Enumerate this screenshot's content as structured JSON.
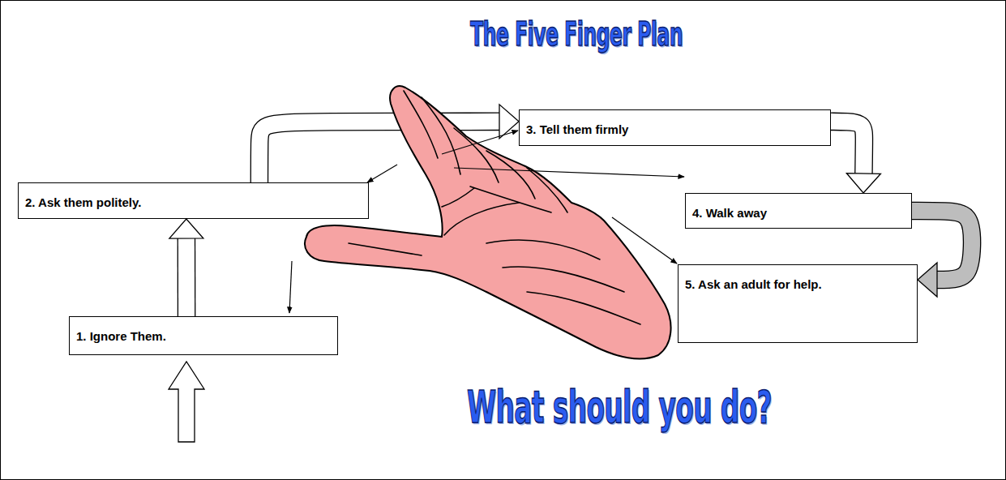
{
  "diagram": {
    "title": "The Five Finger Plan",
    "caption": "What should you do?",
    "nodes": [
      {
        "text": [
          "1. Ignore Them."
        ]
      },
      {
        "text": [
          "2. Ask them politely."
        ]
      },
      {
        "text": [
          "3. Tell them firmly"
        ]
      },
      {
        "text": [
          "4. Walk away"
        ]
      },
      {
        "text": [
          "5. Ask an adult for help."
        ]
      }
    ],
    "edges": [
      {
        "from": 0,
        "to": 1,
        "arrow": "to"
      },
      {
        "from": 1,
        "to": 2,
        "arrow": "to"
      },
      {
        "from": 2,
        "to": 3,
        "arrow": "to"
      },
      {
        "from": 3,
        "to": 4,
        "arrow": "to"
      }
    ]
  }
}
